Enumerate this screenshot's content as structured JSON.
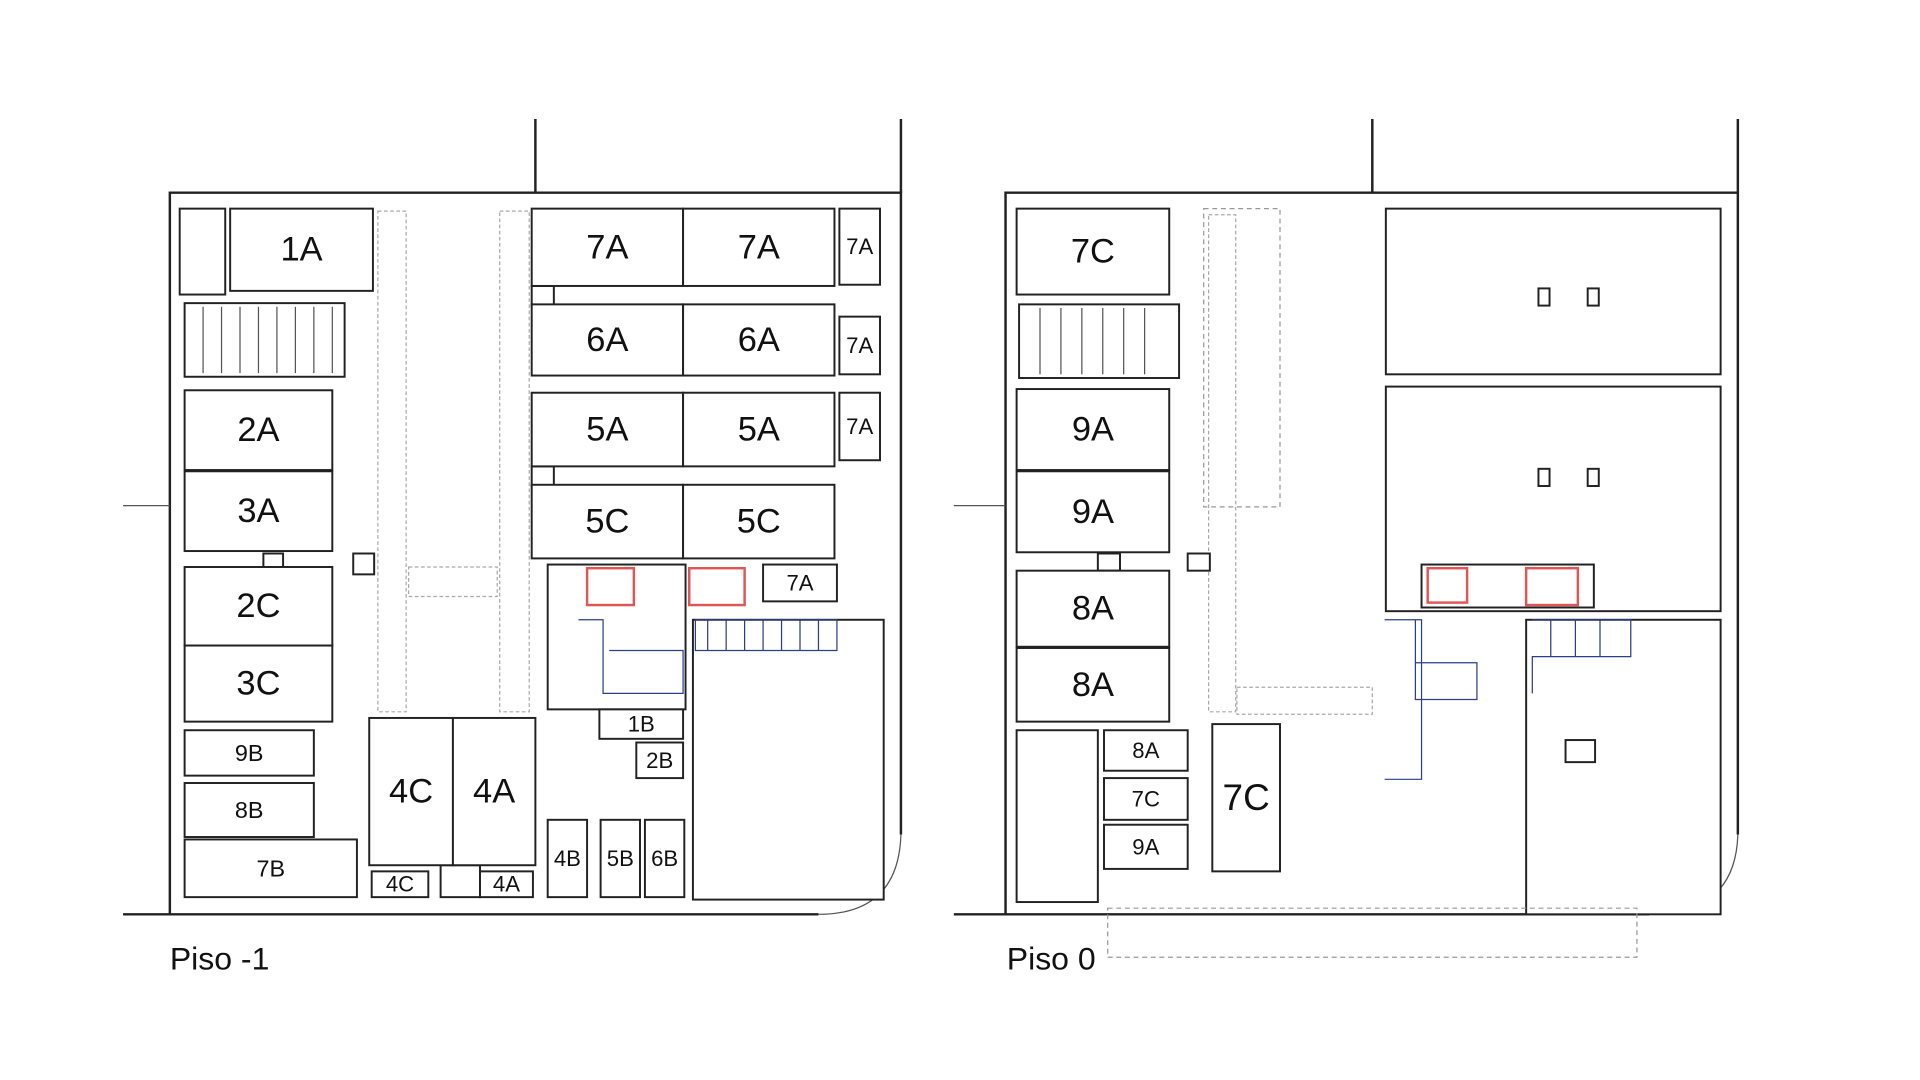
{
  "highlight_color": "#f6d77c",
  "floors": [
    {
      "title": "Piso -1",
      "units": [
        "1A",
        "2A",
        "3A",
        "2C",
        "3C",
        "9B",
        "8B",
        "7B",
        "4C",
        "4A",
        "4C",
        "4A",
        "4B",
        "5B",
        "6B",
        "1B",
        "2B",
        "7A",
        "7A",
        "6A",
        "6A",
        "5A",
        "5A",
        "5C",
        "5C",
        "7A",
        "7A",
        "7A",
        "7A"
      ],
      "highlighted_unit": "3A"
    },
    {
      "title": "Piso 0",
      "units": [
        "7C",
        "9A",
        "9A",
        "8A",
        "8A",
        "8A",
        "7C",
        "9A",
        "7C"
      ]
    }
  ]
}
